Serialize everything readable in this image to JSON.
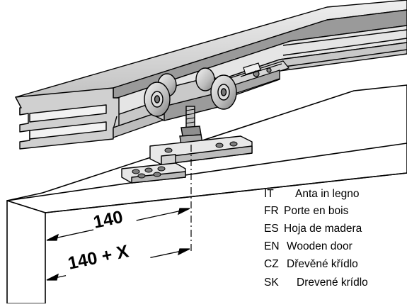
{
  "dimensions": {
    "inner": "140",
    "outer": "140 + X"
  },
  "legend": [
    {
      "code": "IT",
      "text": "Anta in legno"
    },
    {
      "code": "FR",
      "text": "Porte en bois"
    },
    {
      "code": "ES",
      "text": "Hoja de madera"
    },
    {
      "code": "EN",
      "text": "Wooden door"
    },
    {
      "code": "CZ",
      "text": "Dřevěné křídlo"
    },
    {
      "code": "SK",
      "text": "Drevené krídlo"
    }
  ],
  "colors": {
    "line": "#000000",
    "metal_light": "#d9d9d9",
    "metal_mid": "#b3b3b3",
    "metal_dark": "#7f7f7f",
    "background": "#ffffff"
  }
}
